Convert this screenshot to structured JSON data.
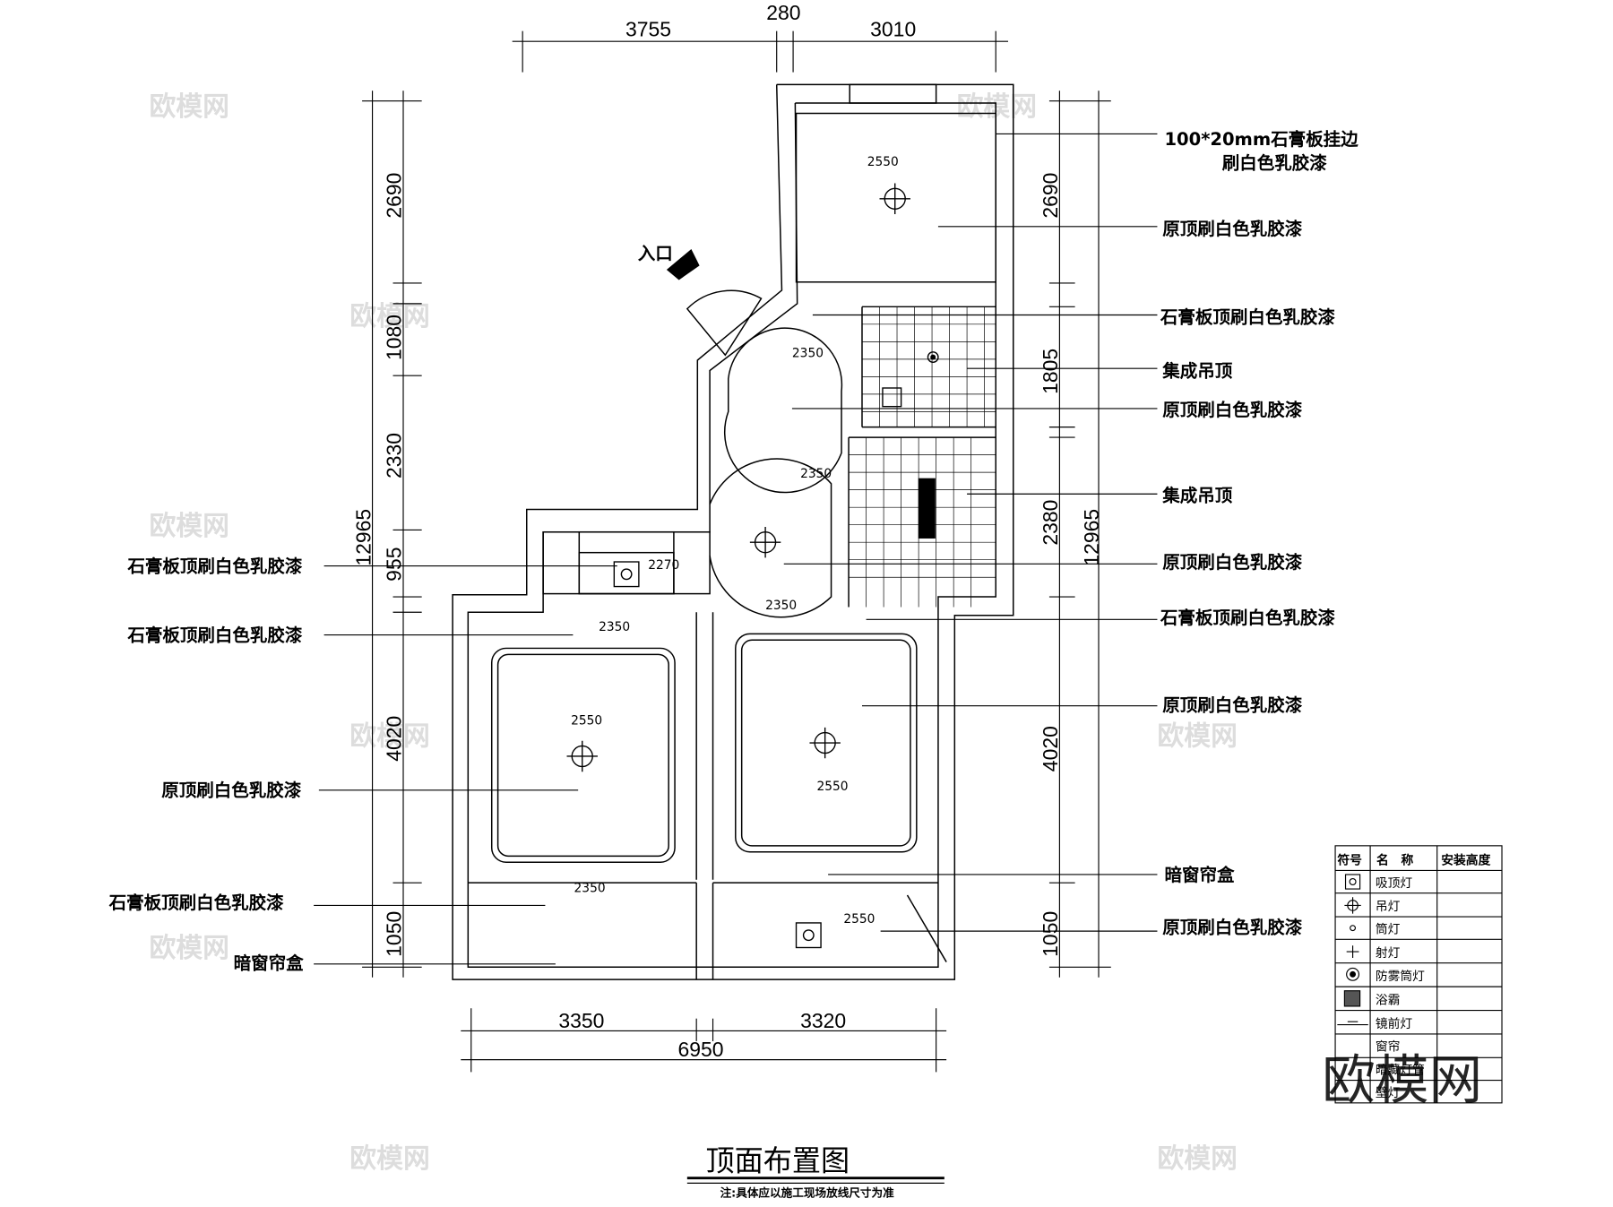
{
  "title": "顶面布置图",
  "note": "注:具体应以施工现场放线尺寸为准",
  "entrance": "入口",
  "dims": {
    "top": [
      "3755",
      "280",
      "3010"
    ],
    "left": [
      "2690",
      "1080",
      "2330",
      "955",
      "4020",
      "1050"
    ],
    "left_total": "12965",
    "right": [
      "2690",
      "1805",
      "2380",
      "4020",
      "1050"
    ],
    "right_total": "12965",
    "bottom": [
      "3350",
      "3320"
    ],
    "bottom_total": "6950"
  },
  "right_labels": [
    "100*20mm石膏板挂边",
    "刷白色乳胶漆",
    "原顶刷白色乳胶漆",
    "石膏板顶刷白色乳胶漆",
    "集成吊顶",
    "原顶刷白色乳胶漆",
    "集成吊顶",
    "原顶刷白色乳胶漆",
    "石膏板顶刷白色乳胶漆",
    "原顶刷白色乳胶漆",
    "暗窗帘盒",
    "原顶刷白色乳胶漆"
  ],
  "left_labels": [
    "石膏板顶刷白色乳胶漆",
    "石膏板顶刷白色乳胶漆",
    "原顶刷白色乳胶漆",
    "石膏板顶刷白色乳胶漆",
    "暗窗帘盒"
  ],
  "heights": [
    "2550",
    "2350",
    "2350",
    "2270",
    "2350",
    "2350",
    "2550",
    "2550",
    "2350",
    "2550"
  ],
  "legend": {
    "headers": [
      "符号",
      "名　称",
      "安装高度"
    ],
    "items": [
      "吸顶灯",
      "吊灯",
      "筒灯",
      "射灯",
      "防雾筒灯",
      "浴霸",
      "镜前灯",
      "窗帘",
      "暗藏灯管",
      "壁灯"
    ]
  },
  "watermark": "欧模网"
}
